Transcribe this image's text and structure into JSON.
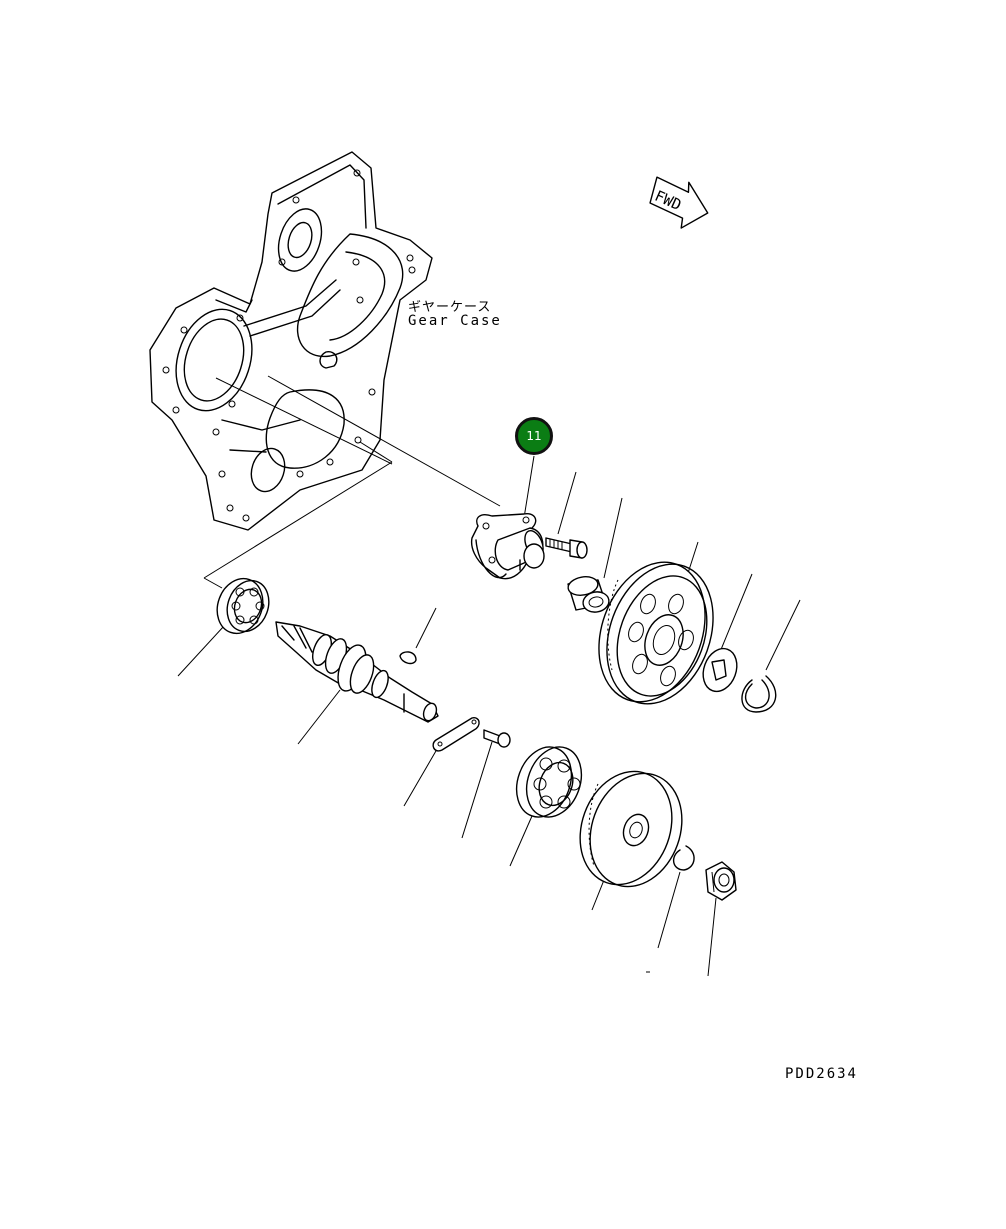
{
  "labels": {
    "gear_case_ja": "ギヤーケース",
    "gear_case_en": "Gear Case",
    "fwd": "FWD",
    "drawing_number": "PDD2634"
  },
  "callouts": [
    {
      "number": "11",
      "color": "#0b7d14"
    }
  ],
  "icons": [
    "fwd-arrow-icon"
  ]
}
